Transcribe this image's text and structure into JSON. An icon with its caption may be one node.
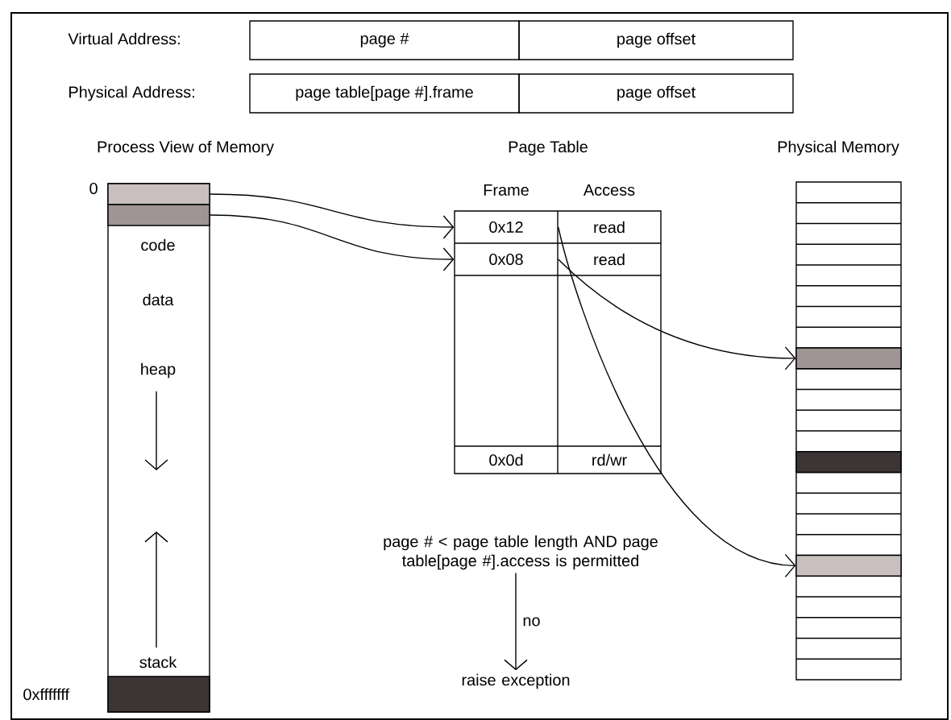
{
  "diagram": {
    "nodes": [
      {
        "text": [
          "page #"
        ]
      },
      {
        "text": [
          "page offset"
        ]
      },
      {
        "text": [
          "page table[page #].frame"
        ]
      },
      {
        "text": [
          "page offset"
        ]
      },
      {
        "text": [
          "Process View of Memory",
          "code",
          "data",
          "heap",
          "stack"
        ]
      },
      {
        "text": [],
        "shape": "box",
        "in": 4
      },
      {
        "text": [],
        "shape": "box",
        "in": 4
      },
      {
        "text": [],
        "shape": "box",
        "in": 4
      },
      {
        "text": [
          "Page Table",
          "Frame",
          "Access"
        ]
      },
      {
        "text": [
          "0x12"
        ],
        "in": 8
      },
      {
        "text": [
          "read"
        ],
        "in": 8
      },
      {
        "text": [
          "0x08"
        ],
        "in": 8
      },
      {
        "text": [
          "read"
        ],
        "in": 8
      },
      {
        "text": [
          "0x0d"
        ],
        "in": 8
      },
      {
        "text": [
          "rd/wr"
        ],
        "in": 8
      },
      {
        "text": [
          "Physical Memory"
        ]
      },
      {
        "text": [],
        "shape": "box",
        "in": 15
      },
      {
        "text": [],
        "shape": "box",
        "in": 15
      },
      {
        "text": [],
        "shape": "box",
        "in": 15
      },
      {
        "text": [
          "page # < page table length AND page table[page #].access is permitted"
        ]
      },
      {
        "text": [
          "raise exception"
        ]
      }
    ],
    "edges": [
      {
        "from": 5,
        "to": 9,
        "arrow": "to"
      },
      {
        "from": 6,
        "to": 11,
        "arrow": "to"
      },
      {
        "from": 9,
        "to": 18,
        "arrow": "to"
      },
      {
        "from": 11,
        "to": 16,
        "arrow": "to"
      },
      {
        "from": 19,
        "to": 20,
        "arrow": "to",
        "label": "no"
      }
    ],
    "labels": [
      "Virtual Address:",
      "Physical Address:",
      "0",
      "0xfffffff"
    ]
  }
}
